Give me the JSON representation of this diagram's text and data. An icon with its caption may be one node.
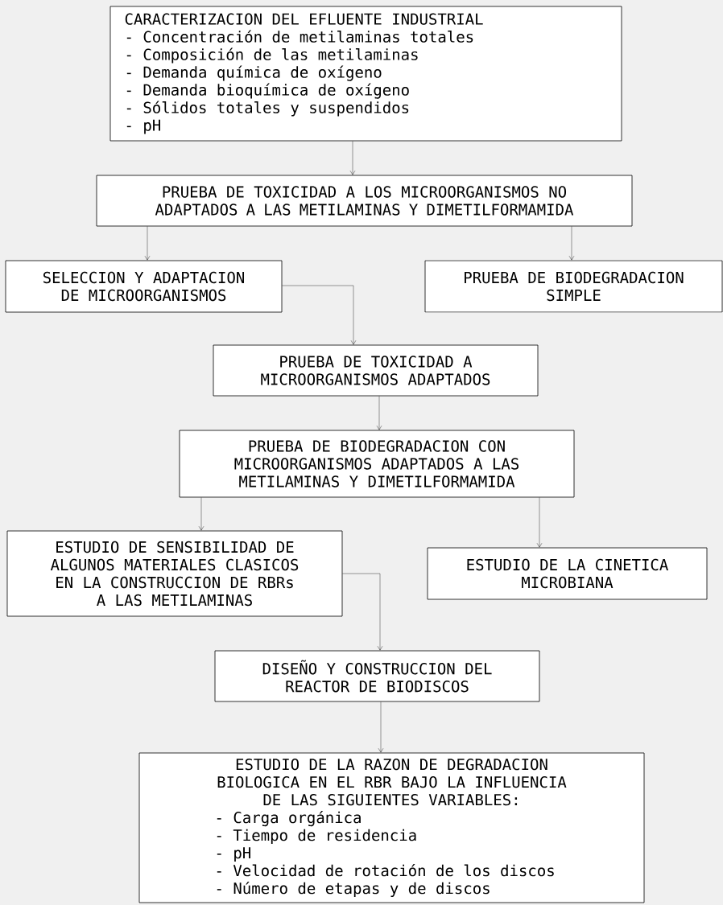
{
  "diagram": {
    "nodes": [
      {
        "text": [
          "CARACTERIZACION DEL EFLUENTE INDUSTRIAL",
          "- Concentración de metilaminas totales",
          "- Composición de las metilaminas",
          "- Demanda química de oxígeno",
          "- Demanda bioquímica de oxígeno",
          "- Sólidos totales y suspendidos",
          "- pH"
        ]
      },
      {
        "text": [
          "PRUEBA DE TOXICIDAD A LOS MICROORGANISMOS NO ADAPTADOS A LAS METILAMINAS Y DIMETILFORMAMIDA"
        ]
      },
      {
        "text": [
          "SELECCION Y ADAPTACION DE MICROORGANISMOS"
        ]
      },
      {
        "text": [
          "PRUEBA DE BIODEGRADACION SIMPLE"
        ]
      },
      {
        "text": [
          "PRUEBA DE TOXICIDAD A MICROORGANISMOS ADAPTADOS"
        ]
      },
      {
        "text": [
          "PRUEBA DE BIODEGRADACION CON MICROORGANISMOS ADAPTADOS A LAS METILAMINAS Y DIMETILFORMAMIDA"
        ]
      },
      {
        "text": [
          "ESTUDIO DE SENSIBILIDAD DE ALGUNOS MATERIALES CLASICOS EN LA CONSTRUCCION DE RBRs A LAS METILAMINAS"
        ]
      },
      {
        "text": [
          "ESTUDIO DE LA CINETICA MICROBIANA"
        ]
      },
      {
        "text": [
          "DISEÑO Y CONSTRUCCION DEL REACTOR DE BIODISCOS"
        ]
      },
      {
        "text": [
          "ESTUDIO DE LA RAZON DE DEGRADACION BIOLOGICA EN EL RBR BAJO LA INFLUENCIA DE LAS SIGUIENTES VARIABLES:",
          "- Carga orgánica",
          "- Tiempo de residencia",
          "- pH",
          "- Velocidad de rotación de los discos",
          "- Número de etapas y de discos"
        ]
      }
    ],
    "edges": [
      {
        "from": 0,
        "to": 1,
        "arrow": "to"
      },
      {
        "from": 1,
        "to": 2,
        "arrow": "to"
      },
      {
        "from": 1,
        "to": 3,
        "arrow": "to"
      },
      {
        "from": 2,
        "to": 4,
        "arrow": "to"
      },
      {
        "from": 4,
        "to": 5,
        "arrow": "to"
      },
      {
        "from": 5,
        "to": 6,
        "arrow": "to"
      },
      {
        "from": 5,
        "to": 7,
        "arrow": "to"
      },
      {
        "from": 6,
        "to": 8,
        "arrow": "to"
      },
      {
        "from": 8,
        "to": 9,
        "arrow": "to"
      }
    ]
  }
}
